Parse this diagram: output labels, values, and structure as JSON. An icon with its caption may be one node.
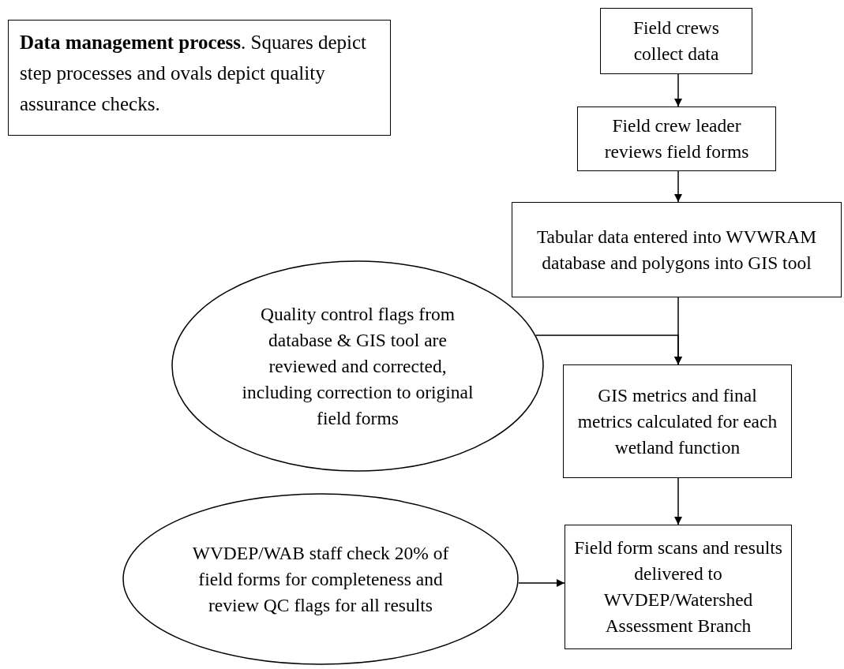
{
  "diagram": {
    "nodes": [
      {
        "text": [
          "Field crews collect data"
        ]
      },
      {
        "text": [
          "Field crew leader reviews field forms"
        ]
      },
      {
        "text": [
          "Tabular data entered into WVWRAM database and polygons into GIS tool"
        ]
      },
      {
        "text": [
          "Quality control flags from database & GIS tool are reviewed and corrected, including correction to original field forms"
        ]
      },
      {
        "text": [
          "GIS metrics and final metrics calculated for each wetland function"
        ]
      },
      {
        "text": [
          "WVDEP/WAB staff check 20% of field forms for completeness and review QC flags for all results"
        ]
      },
      {
        "text": [
          "Field form scans and results delivered to WVDEP/Watershed Assessment Branch"
        ]
      },
      {
        "text": [
          "**Data management process**. Squares depict step processes and ovals depict quality assurance checks."
        ]
      }
    ],
    "edges": [
      {
        "from": 0,
        "to": 1,
        "arrow": "to"
      },
      {
        "from": 1,
        "to": 2,
        "arrow": "to"
      },
      {
        "from": 2,
        "to": 4,
        "arrow": "to"
      },
      {
        "from": 3,
        "to": 4,
        "arrow": "to"
      },
      {
        "from": 4,
        "to": 6,
        "arrow": "to"
      },
      {
        "from": 5,
        "to": 6,
        "arrow": "to"
      }
    ]
  }
}
